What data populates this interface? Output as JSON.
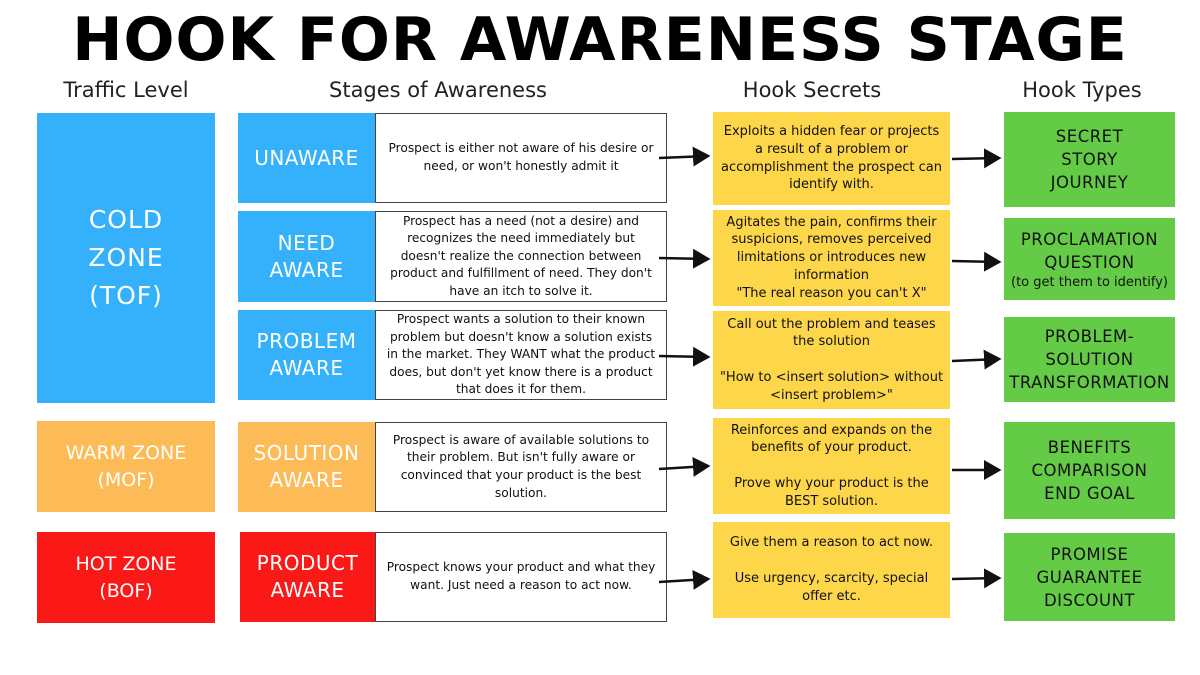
{
  "title": "HOOK FOR AWARENESS STAGE",
  "headers": {
    "traffic": "Traffic Level",
    "stages": "Stages of Awareness",
    "secrets": "Hook Secrets",
    "types": "Hook Types"
  },
  "colors": {
    "cold": "#35b1fb",
    "warm": "#fdbb57",
    "hot": "#fb1918",
    "secret": "#fed64a",
    "type": "#64cb47"
  },
  "zones": [
    {
      "label": "COLD\nZONE\n(TOF)"
    },
    {
      "label": "WARM ZONE\n(MOF)"
    },
    {
      "label": "HOT ZONE\n(BOF)"
    }
  ],
  "stages": [
    {
      "name": "UNAWARE",
      "description": "Prospect is either not aware of his desire or need, or won't honestly admit it",
      "secret": "Exploits a hidden fear or projects a result of a problem or accomplishment the prospect can identify with.",
      "types": "SECRET\nSTORY\nJOURNEY",
      "types_note": ""
    },
    {
      "name": "NEED\nAWARE",
      "description": "Prospect has a need (not a desire) and recognizes the need immediately but doesn't realize the connection between product and fulfillment of need. They don't have an itch to solve it.",
      "secret": "Agitates the pain, confirms their suspicions, removes perceived limitations or introduces new information\n\"The real reason you can't X\"",
      "types": "PROCLAMATION\nQUESTION",
      "types_note": "(to get them to identify)"
    },
    {
      "name": "PROBLEM\nAWARE",
      "description": "Prospect wants a solution to their known problem but doesn't know a solution exists in the market. They WANT what the product does, but don't yet know there is a product that does it for them.",
      "secret": "Call out the problem and teases the solution\n\n\"How to <insert solution> without <insert problem>\"",
      "types": "PROBLEM-\nSOLUTION\nTRANSFORMATION",
      "types_note": ""
    },
    {
      "name": "SOLUTION\nAWARE",
      "description": "Prospect is aware of available solutions to their problem. But isn't fully aware or convinced that your product is the best solution.",
      "secret": "Reinforces and expands on the benefits of your product.\n\nProve why your product is the BEST solution.",
      "types": "BENEFITS\nCOMPARISON\nEND GOAL",
      "types_note": ""
    },
    {
      "name": "PRODUCT\nAWARE",
      "description": "Prospect knows your product and what they want. Just need a reason to act now.",
      "secret": "Give them a reason to act now.\n\nUse urgency, scarcity, special offer etc.",
      "types": "PROMISE\nGUARANTEE\nDISCOUNT",
      "types_note": ""
    }
  ]
}
